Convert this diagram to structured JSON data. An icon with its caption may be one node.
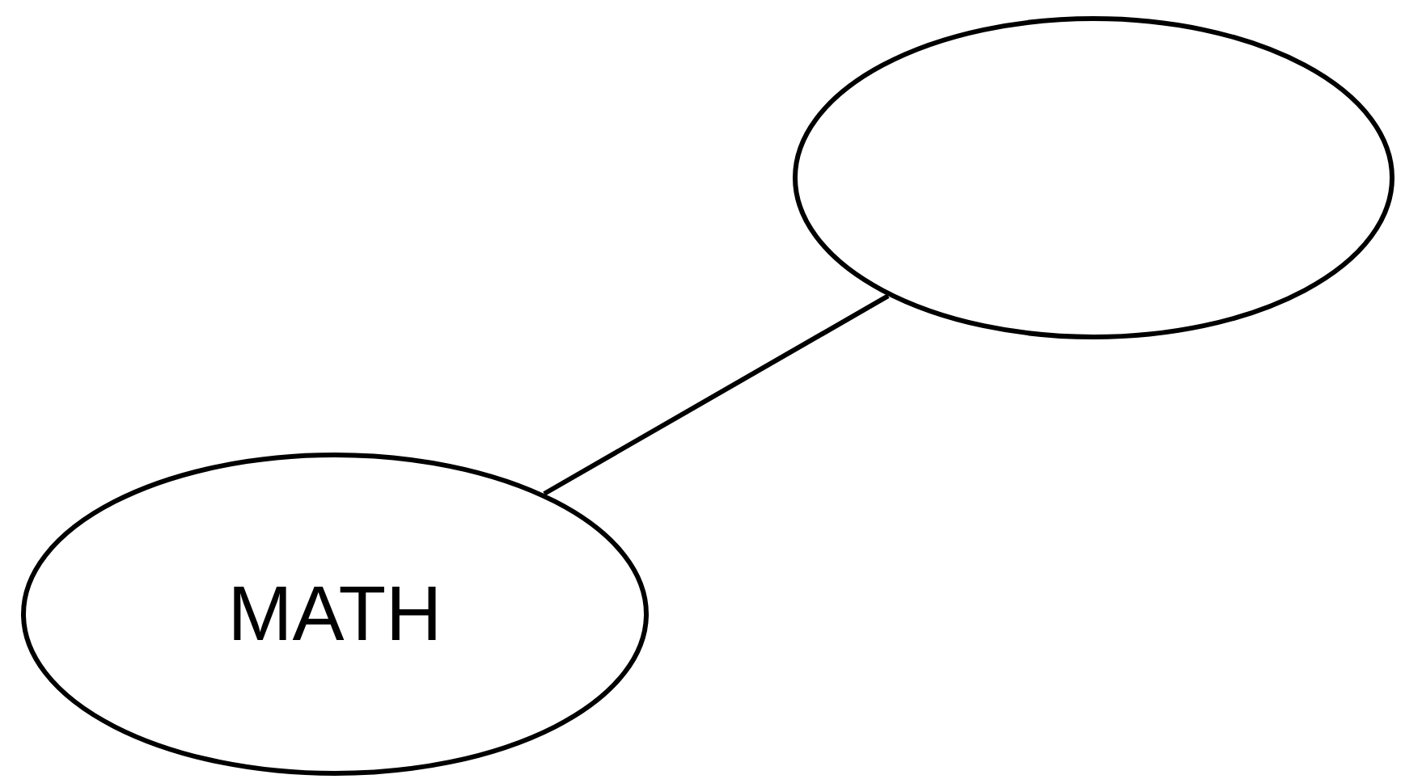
{
  "diagram": {
    "nodes": [
      {
        "text": [],
        "shape": "ellipse"
      },
      {
        "text": [
          "MATH"
        ]
      }
    ],
    "edges": [
      {
        "from": 1,
        "to": 0,
        "arrow": "none"
      }
    ]
  }
}
